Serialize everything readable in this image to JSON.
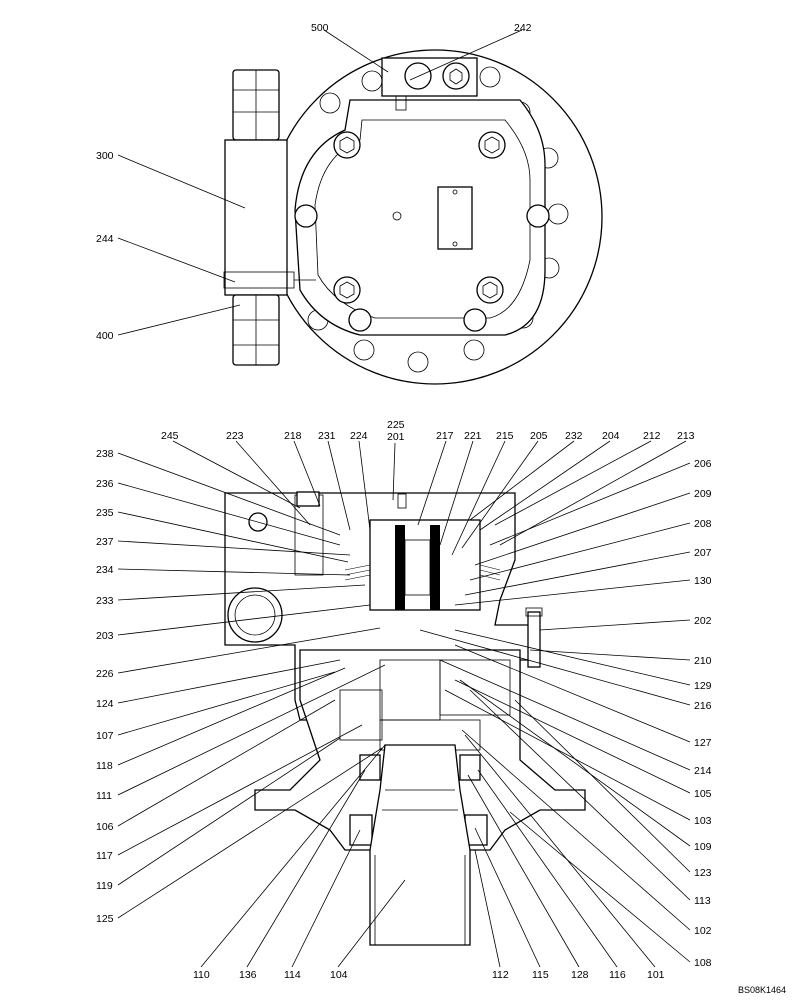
{
  "drawing_code": "BS08K1464",
  "top_view_labels": [
    "500",
    "242",
    "300",
    "244",
    "400"
  ],
  "section_top_labels": [
    "245",
    "223",
    "218",
    "231",
    "224",
    "225",
    "201",
    "217",
    "221",
    "215",
    "205",
    "232",
    "204",
    "212",
    "213"
  ],
  "section_left_labels": [
    "238",
    "236",
    "235",
    "237",
    "234",
    "233",
    "203",
    "226",
    "124",
    "107",
    "118",
    "111",
    "106",
    "117",
    "119",
    "125"
  ],
  "section_right_labels": [
    "206",
    "209",
    "208",
    "207",
    "130",
    "202",
    "210",
    "129",
    "216",
    "127",
    "214",
    "105",
    "103",
    "109",
    "123",
    "113",
    "102",
    "108"
  ],
  "section_bottom_labels": [
    "110",
    "136",
    "114",
    "104",
    "112",
    "115",
    "128",
    "116",
    "101"
  ]
}
